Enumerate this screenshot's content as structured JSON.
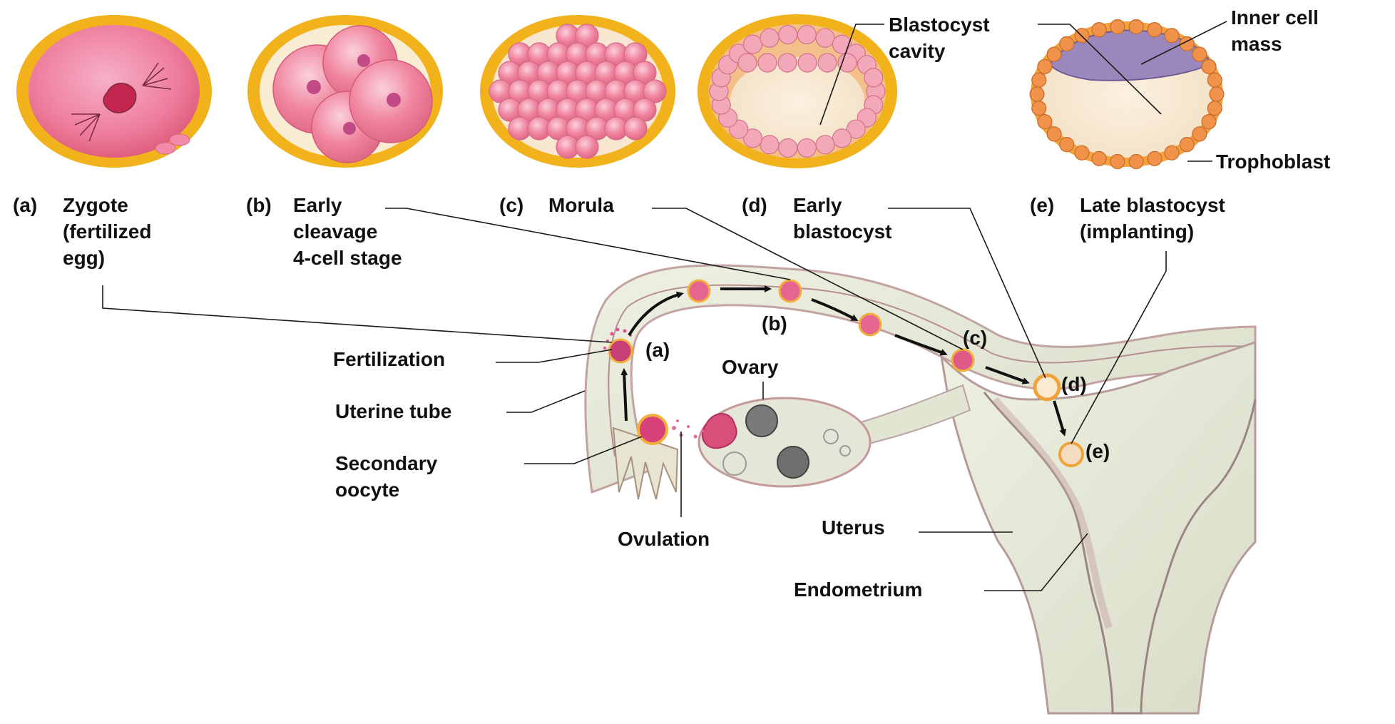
{
  "stages": [
    {
      "letter": "(a)",
      "title_lines": [
        "Zygote",
        "(fertilized",
        "egg)"
      ]
    },
    {
      "letter": "(b)",
      "title_lines": [
        "Early",
        "cleavage",
        "4-cell stage"
      ]
    },
    {
      "letter": "(c)",
      "title_lines": [
        "Morula"
      ]
    },
    {
      "letter": "(d)",
      "title_lines": [
        "Early",
        "blastocyst"
      ]
    },
    {
      "letter": "(e)",
      "title_lines": [
        "Late blastocyst",
        "(implanting)"
      ]
    }
  ],
  "structure_labels": {
    "blastocyst_cavity": [
      "Blastocyst",
      "cavity"
    ],
    "inner_cell_mass": [
      "Inner cell",
      "mass"
    ],
    "trophoblast": "Trophoblast",
    "fertilization": "Fertilization",
    "uterine_tube": "Uterine tube",
    "secondary_oocyte": [
      "Secondary",
      "oocyte"
    ],
    "ovulation": "Ovulation",
    "ovary": "Ovary",
    "uterus": "Uterus",
    "endometrium": "Endometrium"
  },
  "path_markers": [
    "(a)",
    "(b)",
    "(c)",
    "(d)",
    "(e)"
  ],
  "colors": {
    "zona": "#f2b21c",
    "cell_pink": "#f07a9a",
    "tissue": "#e4e6d4",
    "tissue_edge": "#c9a0a0",
    "inner_mass": "#9a86b8"
  }
}
